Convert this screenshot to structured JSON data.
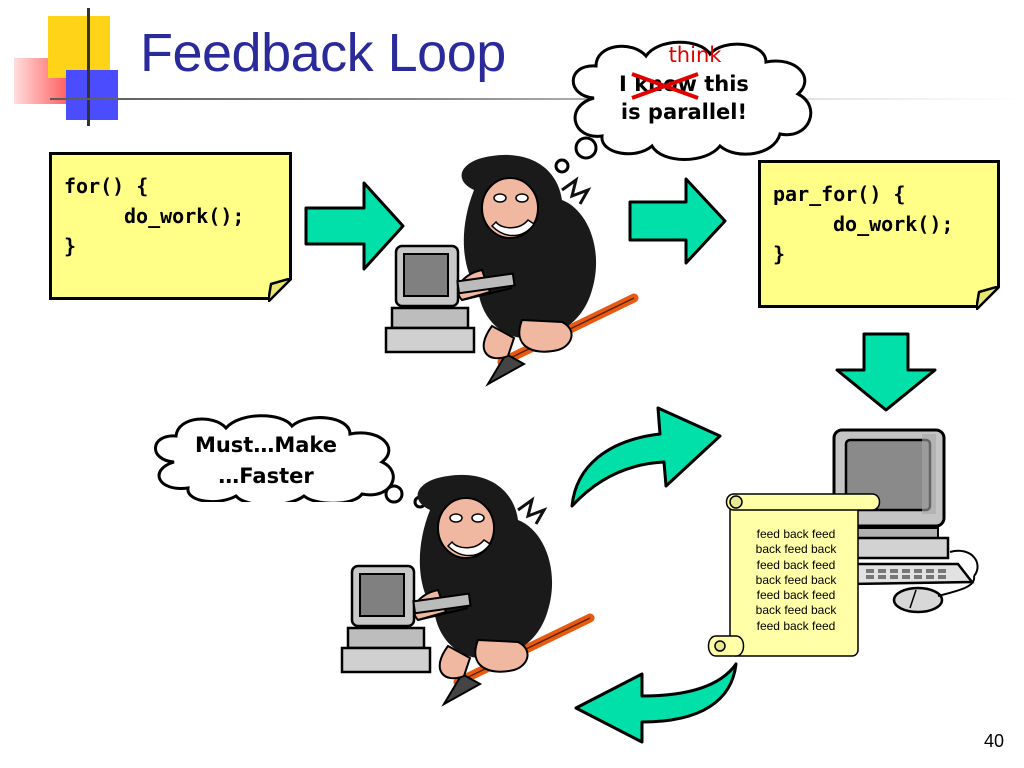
{
  "slide": {
    "title": "Feedback Loop",
    "page_number": "40"
  },
  "code_before": {
    "line1": "for() {",
    "line2": "do_work();",
    "line3": "}"
  },
  "code_after": {
    "line1": "par_for() {",
    "line2": "do_work();",
    "line3": "}"
  },
  "thought_top": {
    "correction": "think",
    "line1_start": "I",
    "crossed_word": "know",
    "line1_end": "this",
    "line2": "is parallel!"
  },
  "thought_bottom": {
    "line1": "Must…Make",
    "line2": "…Faster"
  },
  "scroll": {
    "text": "feed back feed back feed back feed back feed back feed back feed back feed back feed back feed back feed"
  },
  "colors": {
    "title": "#2a2a9a",
    "arrow_fill": "#00e0a8",
    "note_fill": "#ffff88",
    "correction": "#e00000",
    "scroll_fill": "#ffffa8"
  }
}
